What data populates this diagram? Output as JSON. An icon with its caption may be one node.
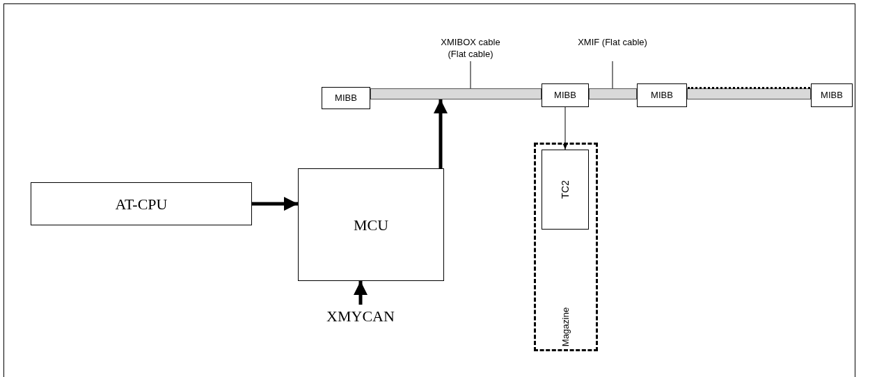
{
  "diagram": {
    "nodes": [
      {
        "text": [
          "AT-CPU"
        ]
      },
      {
        "text": [
          "MCU"
        ]
      },
      {
        "text": [
          "XMYCAN"
        ]
      },
      {
        "text": [
          "MIBB"
        ]
      },
      {
        "text": [
          "MIBB"
        ]
      },
      {
        "text": [
          "MIBB"
        ]
      },
      {
        "text": [
          "MIBB"
        ]
      },
      {
        "text": [
          "Magazine"
        ]
      },
      {
        "text": [
          "TC2"
        ],
        "in": 7
      },
      {
        "text": [
          "XMIBOX cable (Flat cable)"
        ]
      },
      {
        "text": [],
        "shape": "bar"
      },
      {
        "text": [
          "XMIF (Flat cable)"
        ]
      },
      {
        "text": [],
        "shape": "bar"
      },
      {
        "text": [],
        "shape": "bar"
      }
    ],
    "edges": [
      {
        "from": 0,
        "to": 1,
        "arrow": "to",
        "style": "thick"
      },
      {
        "from": 2,
        "to": 1,
        "arrow": "to",
        "style": "thick"
      },
      {
        "from": 1,
        "to": 10,
        "arrow": "to",
        "style": "thick"
      },
      {
        "from": 4,
        "to": 8,
        "arrow": "to"
      },
      {
        "from": 9,
        "to": 10,
        "arrow": "none"
      },
      {
        "from": 11,
        "to": 12,
        "arrow": "none"
      }
    ]
  }
}
